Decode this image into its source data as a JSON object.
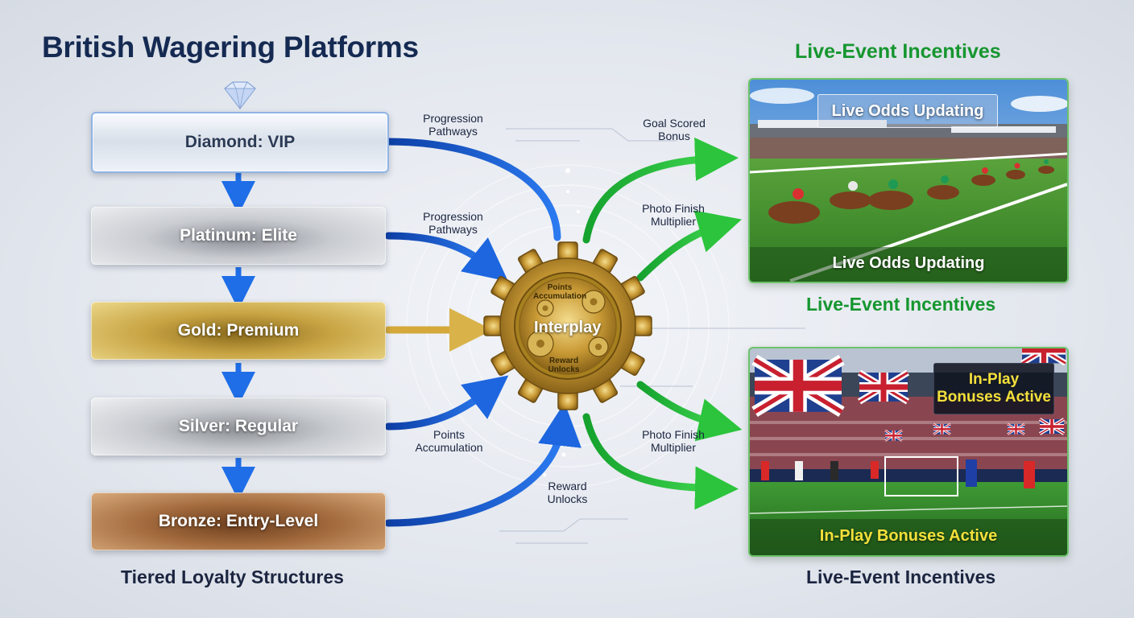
{
  "title": "British Wagering Platforms",
  "tiers": {
    "items": [
      {
        "label": "Diamond: VIP"
      },
      {
        "label": "Platinum: Elite"
      },
      {
        "label": "Gold: Premium"
      },
      {
        "label": "Silver: Regular"
      },
      {
        "label": "Bronze: Entry-Level"
      }
    ],
    "caption": "Tiered Loyalty Structures"
  },
  "flow_labels": {
    "left_top": "Progression\nPathways",
    "left_mid": "Progression\nPathways",
    "left_bottom": "Points\nAccumulation",
    "center_bottom": "Reward\nUnlocks",
    "right_1": "Goal Scored\nBonus",
    "right_2": "Photo Finish\nMultiplier",
    "right_3": "Photo Finish\nMultiplier"
  },
  "hub": {
    "label": "Interplay",
    "top_text": "Points\nAccumulation",
    "bottom_text": "Reward\nUnlocks"
  },
  "live_events": {
    "heading_top": "Live-Event Incentives",
    "heading_mid": "Live-Event Incentives",
    "caption": "Live-Event Incentives",
    "racing": {
      "overlay": "Live Odds Updating",
      "caption": "Live Odds Updating"
    },
    "football": {
      "board": "In-Play\nBonuses Active",
      "caption": "In-Play Bonuses Active"
    }
  },
  "colors": {
    "title": "#152a52",
    "heading_green": "#16962f",
    "blue_arrow": "#1b5fd6",
    "green_arrow": "#22b436",
    "gold_arrow": "#d4a93a",
    "board_text": "#f4e03a"
  },
  "icons": [
    "diamond-icon",
    "gear-icon"
  ]
}
